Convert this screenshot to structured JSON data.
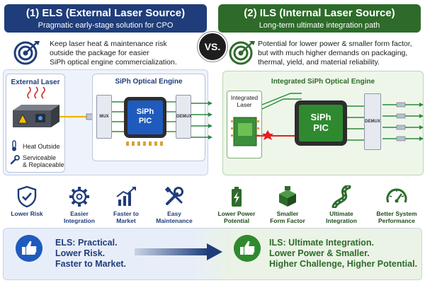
{
  "els": {
    "title": "(1) ELS (External Laser Source)",
    "subtitle": "Pragmatic early-stage solution for CPO",
    "description_lines": [
      "Keep laser heat & maintenance risk",
      "outside the package for easier",
      "SiPh optical engine commercialization."
    ],
    "external_laser_title": "External Laser",
    "engine_title": "SiPh Optical Engine",
    "mux_label": "MUX",
    "demux_label": "DEMUX",
    "pic_line1": "SiPh",
    "pic_line2": "PIC",
    "heat_outside": "Heat Outside",
    "serviceable_line1": "Serviceable",
    "serviceable_line2": "& Replaceable",
    "benefits": [
      {
        "icon": "shield-check-icon",
        "line1": "Lower Risk",
        "line2": ""
      },
      {
        "icon": "gear-icon",
        "line1": "Easier",
        "line2": "Integration"
      },
      {
        "icon": "growth-chart-icon",
        "line1": "Faster to",
        "line2": "Market"
      },
      {
        "icon": "wrench-screwdriver-icon",
        "line1": "Easy",
        "line2": "Maintenance"
      }
    ],
    "summary_lines": [
      "ELS: Practical.",
      "Lower Risk.",
      "Faster to Market."
    ]
  },
  "vs_label": "VS.",
  "ils": {
    "title": "(2) ILS (Internal Laser Source)",
    "subtitle": "Long-term ultimate integration path",
    "description_lines": [
      "Potential for lower power & smaller form factor,",
      "but with much higher demands on packaging,",
      "thermal, yield, and material reliability."
    ],
    "engine_title": "Integrated SiPh Optical Engine",
    "integrated_laser_line1": "Integrated",
    "integrated_laser_line2": "Laser",
    "demux_label": "DEMUX",
    "pic_line1": "SiPh",
    "pic_line2": "PIC",
    "benefits": [
      {
        "icon": "battery-bolt-icon",
        "line1": "Lower Power",
        "line2": "Potential"
      },
      {
        "icon": "chip-cube-icon",
        "line1": "Smaller",
        "line2": "Form Factor"
      },
      {
        "icon": "road-icon",
        "line1": "Ultimate",
        "line2": "Integration"
      },
      {
        "icon": "gauge-icon",
        "line1": "Better System",
        "line2": "Performance"
      }
    ],
    "summary_lines": [
      "ILS: Ultimate Integration.",
      "Lower Power & Smaller.",
      "Higher Challenge, Higher Potential."
    ]
  },
  "colors": {
    "els_primary": "#1f3d7a",
    "ils_primary": "#2e6b2a",
    "els_accent": "#1f5bbd",
    "ils_accent": "#2f8a2f",
    "laser_beam": "#f0b400",
    "internal_beam": "#e02020"
  }
}
